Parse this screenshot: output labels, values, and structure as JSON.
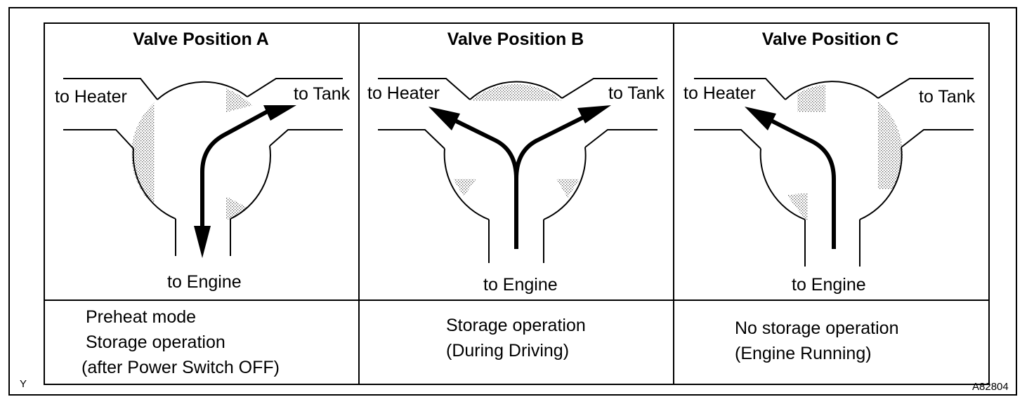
{
  "figure_code": "A82804",
  "corner_mark": "Y",
  "panels": [
    {
      "title": "Valve Position A",
      "heater_label": "to Heater",
      "tank_label": "to Tank",
      "engine_label": "to Engine",
      "mode_lines": [
        "Preheat mode",
        "Storage operation",
        "(after Power Switch OFF)"
      ]
    },
    {
      "title": "Valve Position B",
      "heater_label": "to Heater",
      "tank_label": "to Tank",
      "engine_label": "to Engine",
      "mode_lines": [
        "Storage operation",
        "(During Driving)"
      ]
    },
    {
      "title": "Valve Position C",
      "heater_label": "to Heater",
      "tank_label": "to Tank",
      "engine_label": "to Engine",
      "mode_lines": [
        "No storage operation",
        "(Engine Running)"
      ]
    }
  ]
}
